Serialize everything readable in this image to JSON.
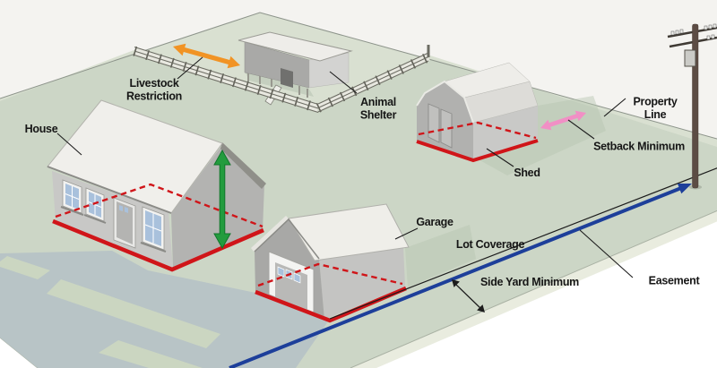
{
  "annotations": {
    "house": "House",
    "livestock_restriction": {
      "line1": "Livestock",
      "line2": "Restriction"
    },
    "animal_shelter": {
      "line1": "Animal",
      "line2": "Shelter"
    },
    "shed": "Shed",
    "garage": "Garage",
    "property_line": {
      "line1": "Property",
      "line2": "Line"
    },
    "setback_minimum": "Setback Minimum",
    "lot_coverage": "Lot Coverage",
    "side_yard_minimum": "Side Yard Minimum",
    "easement": "Easement"
  },
  "colors": {
    "lot_green": "#ccd6c6",
    "lot_green_light": "#d9e0d1",
    "road_gray": "#b8c4c6",
    "footprint_red": "#d01519",
    "height_arrow_green": "#239c3e",
    "livestock_arrow_orange": "#f19324",
    "setback_arrow_pink": "#f18fc5",
    "easement_blue": "#1d3f9a",
    "label_black": "#161616"
  }
}
